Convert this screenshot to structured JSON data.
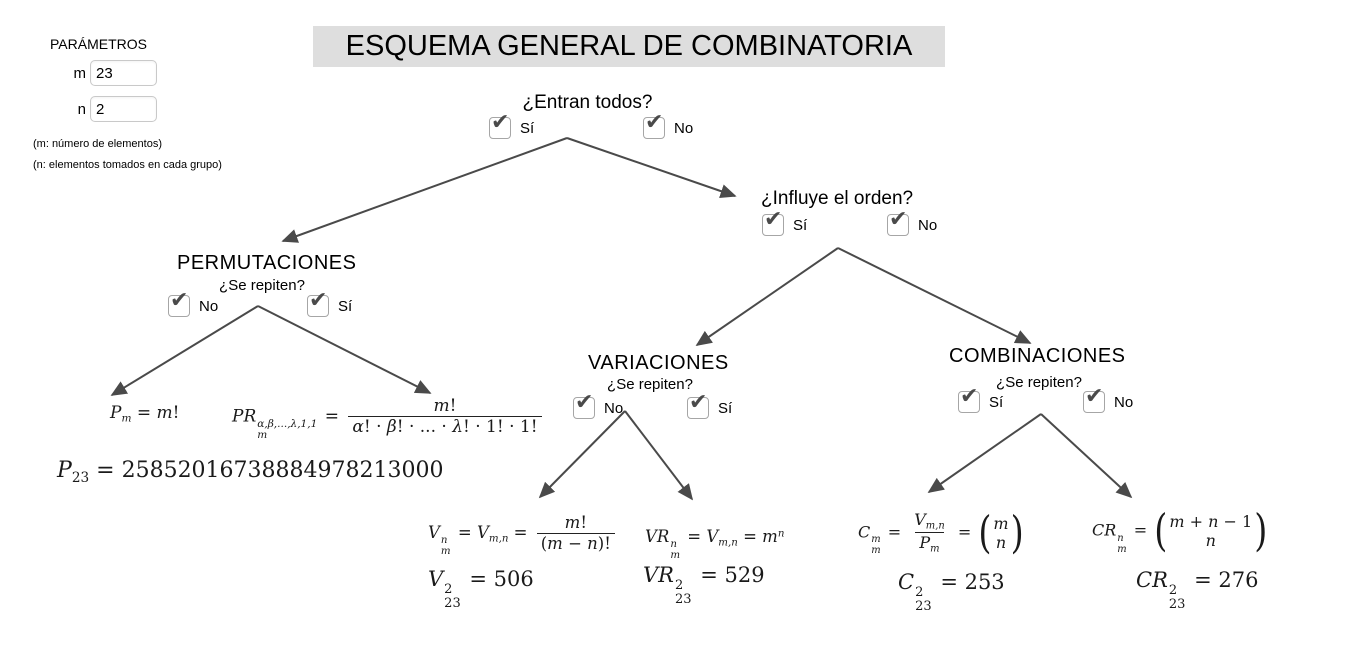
{
  "title": "ESQUEMA GENERAL DE COMBINATORIA",
  "colors": {
    "arrow": "#4a4a4a",
    "title_bg": "#dedede",
    "check": "#4a4a4a",
    "checkbox_border": "#a6a6a6"
  },
  "icons": {
    "check": "✔"
  },
  "parameters": {
    "heading": "PARÁMETROS",
    "m_label": "m",
    "m_value": "23",
    "n_label": "n",
    "n_value": "2",
    "note_m": "(m: número de elementos)",
    "note_n": "(n: elementos tomados en cada grupo)"
  },
  "nodes": {
    "entran": {
      "question": "¿Entran todos?",
      "options": [
        {
          "label": "Sí",
          "checked": true
        },
        {
          "label": "No",
          "checked": true
        }
      ]
    },
    "orden": {
      "question": "¿Influye el orden?",
      "options": [
        {
          "label": "Sí",
          "checked": true
        },
        {
          "label": "No",
          "checked": true
        }
      ]
    },
    "permutaciones": {
      "title": "PERMUTACIONES",
      "question": "¿Se repiten?",
      "options": [
        {
          "label": "No",
          "checked": true
        },
        {
          "label": "Sí",
          "checked": true
        }
      ]
    },
    "variaciones": {
      "title": "VARIACIONES",
      "question": "¿Se repiten?",
      "options": [
        {
          "label": "No",
          "checked": true
        },
        {
          "label": "Sí",
          "checked": true
        }
      ]
    },
    "combinaciones": {
      "title": "COMBINACIONES",
      "question": "¿Se repiten?",
      "options": [
        {
          "label": "Sí",
          "checked": true
        },
        {
          "label": "No",
          "checked": true
        }
      ]
    }
  },
  "formulas": {
    "perm": [
      {
        "k": "v",
        "s": "P"
      },
      {
        "k": "sub",
        "s": "m",
        "it": true
      },
      {
        "k": "t",
        "s": " = "
      },
      {
        "k": "v",
        "s": "m"
      },
      {
        "k": "t",
        "s": "!"
      }
    ],
    "perm_rep": [
      {
        "k": "v",
        "s": "PR"
      },
      {
        "k": "ss",
        "sup": "α,β,...,λ,1,1",
        "sub": "m",
        "it": true
      },
      {
        "k": "t",
        "s": " = "
      },
      {
        "k": "frac",
        "num": [
          {
            "k": "v",
            "s": "m"
          },
          {
            "k": "t",
            "s": "!"
          }
        ],
        "den": [
          {
            "k": "v",
            "s": "α"
          },
          {
            "k": "t",
            "s": "! · "
          },
          {
            "k": "v",
            "s": "β"
          },
          {
            "k": "t",
            "s": "! · ... · "
          },
          {
            "k": "v",
            "s": "λ"
          },
          {
            "k": "t",
            "s": "! · 1! · 1!"
          }
        ]
      }
    ],
    "var": [
      {
        "k": "v",
        "s": "V"
      },
      {
        "k": "ss",
        "sup": "n",
        "sub": "m",
        "it": true
      },
      {
        "k": "t",
        "s": " = "
      },
      {
        "k": "v",
        "s": "V"
      },
      {
        "k": "sub",
        "s": "m,n",
        "it": true
      },
      {
        "k": "t",
        "s": " = "
      },
      {
        "k": "frac",
        "num": [
          {
            "k": "v",
            "s": "m"
          },
          {
            "k": "t",
            "s": "!"
          }
        ],
        "den": [
          {
            "k": "t",
            "s": "("
          },
          {
            "k": "v",
            "s": "m"
          },
          {
            "k": "t",
            "s": " − "
          },
          {
            "k": "v",
            "s": "n"
          },
          {
            "k": "t",
            "s": ")!"
          }
        ]
      }
    ],
    "var_rep": [
      {
        "k": "v",
        "s": "VR"
      },
      {
        "k": "ss",
        "sup": "n",
        "sub": "m",
        "it": true
      },
      {
        "k": "t",
        "s": " = "
      },
      {
        "k": "v",
        "s": "V"
      },
      {
        "k": "sub",
        "s": "m,n",
        "it": true
      },
      {
        "k": "t",
        "s": " = "
      },
      {
        "k": "v",
        "s": "m"
      },
      {
        "k": "sup",
        "s": "n",
        "it": true
      }
    ],
    "comb": [
      {
        "k": "v",
        "s": "C"
      },
      {
        "k": "ss",
        "sup": "m",
        "sub": "m",
        "it": true
      },
      {
        "k": "t",
        "s": " = "
      },
      {
        "k": "frac",
        "num": [
          {
            "k": "v",
            "s": "V"
          },
          {
            "k": "sub",
            "s": "m,n",
            "it": true
          }
        ],
        "den": [
          {
            "k": "v",
            "s": "P"
          },
          {
            "k": "sub",
            "s": "m",
            "it": true
          }
        ]
      },
      {
        "k": "t",
        "s": " = "
      },
      {
        "k": "binom",
        "top": [
          {
            "k": "v",
            "s": "m"
          }
        ],
        "bot": [
          {
            "k": "v",
            "s": "n"
          }
        ]
      }
    ],
    "comb_rep": [
      {
        "k": "v",
        "s": "CR"
      },
      {
        "k": "ss",
        "sup": "n",
        "sub": "m",
        "it": true
      },
      {
        "k": "t",
        "s": " = "
      },
      {
        "k": "binom",
        "top": [
          {
            "k": "v",
            "s": "m"
          },
          {
            "k": "t",
            "s": " + "
          },
          {
            "k": "v",
            "s": "n"
          },
          {
            "k": "t",
            "s": " − 1"
          }
        ],
        "bot": [
          {
            "k": "v",
            "s": "n"
          }
        ]
      }
    ]
  },
  "results": {
    "perm": [
      {
        "k": "v",
        "s": "P"
      },
      {
        "k": "sub",
        "s": "23"
      },
      {
        "k": "t",
        "s": " = 25852016738884978213000"
      }
    ],
    "var": [
      {
        "k": "v",
        "s": "V"
      },
      {
        "k": "ss",
        "sup": "2",
        "sub": "23"
      },
      {
        "k": "t",
        "s": " = 506"
      }
    ],
    "var_rep": [
      {
        "k": "v",
        "s": "VR"
      },
      {
        "k": "ss",
        "sup": "2",
        "sub": "23"
      },
      {
        "k": "t",
        "s": " = 529"
      }
    ],
    "comb": [
      {
        "k": "v",
        "s": "C"
      },
      {
        "k": "ss",
        "sup": "2",
        "sub": "23"
      },
      {
        "k": "t",
        "s": " = 253"
      }
    ],
    "comb_rep": [
      {
        "k": "v",
        "s": "CR"
      },
      {
        "k": "ss",
        "sup": "2",
        "sub": "23"
      },
      {
        "k": "t",
        "s": " = 276"
      }
    ]
  }
}
